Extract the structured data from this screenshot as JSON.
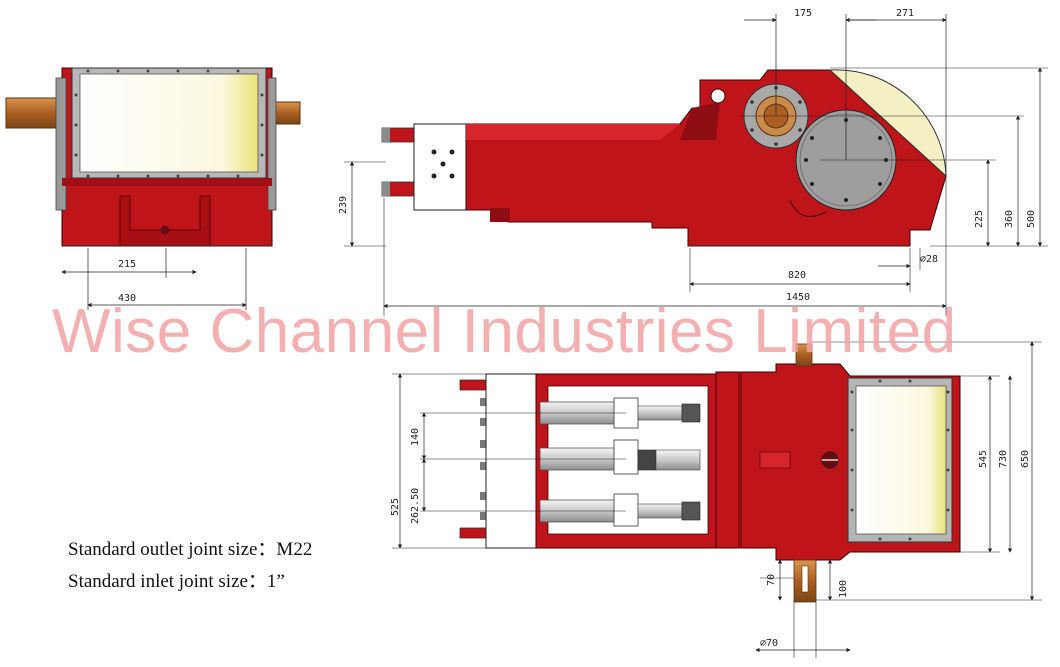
{
  "watermark": "Wise Channel Industries Limited",
  "notes": {
    "outlet": "Standard outlet joint size：M22",
    "inlet": "Standard inlet joint size：1”"
  },
  "dimensions": {
    "front": {
      "d215": "215",
      "d430": "430"
    },
    "side": {
      "d175": "175",
      "d271": "271",
      "d239": "239",
      "d225": "225",
      "d360": "360",
      "d500": "500",
      "d820": "820",
      "d1450": "1450",
      "d28": "∅28"
    },
    "top": {
      "d140": "140",
      "d262": "262.50",
      "d525": "525",
      "d545": "545",
      "d730": "730",
      "d650": "650",
      "d70": "70",
      "d100": "100",
      "d70dia": "∅70"
    }
  },
  "colors": {
    "body_red": "#c0141b",
    "dark_red": "#8e0d12",
    "shaft": "#b06a2a",
    "cover": "#fdfbe6",
    "steel": "#a8a8a8",
    "grey_plate": "#9e9e9e"
  }
}
